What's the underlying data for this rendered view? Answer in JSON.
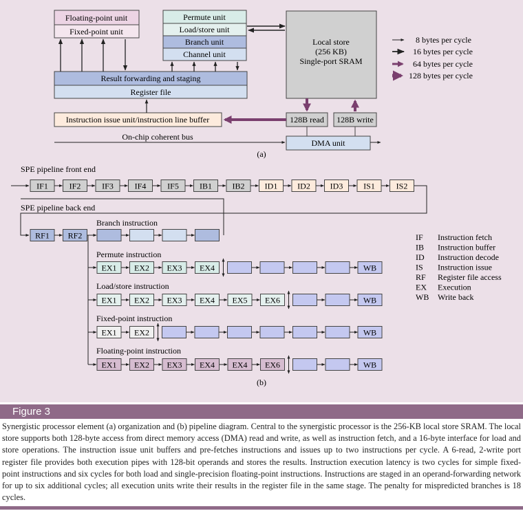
{
  "diagram_a": {
    "floating_point_unit": "Floating-point unit",
    "fixed_point_unit": "Fixed-point unit",
    "permute_unit": "Permute unit",
    "load_store_unit": "Load/store unit",
    "branch_unit": "Branch unit",
    "channel_unit": "Channel unit",
    "result_forwarding": "Result forwarding and staging",
    "register_file": "Register file",
    "local_store_line1": "Local store",
    "local_store_line2": "(256 KB)",
    "local_store_line3": "Single-port SRAM",
    "issue_unit": "Instruction issue unit/instruction line buffer",
    "read_128b": "128B read",
    "write_128b": "128B write",
    "bus": "On-chip coherent bus",
    "dma_unit": "DMA unit",
    "legend": [
      "8 bytes per cycle",
      "16 bytes per cycle",
      "64 bytes per cycle",
      "128 bytes per cycle"
    ],
    "panel_label": "(a)"
  },
  "diagram_b": {
    "front_end_title": "SPE pipeline front end",
    "back_end_title": "SPE pipeline back end",
    "front_end_stages": [
      "IF1",
      "IF2",
      "IF3",
      "IF4",
      "IF5",
      "IB1",
      "IB2",
      "ID1",
      "ID2",
      "ID3",
      "IS1",
      "IS2"
    ],
    "rf_stages": [
      "RF1",
      "RF2"
    ],
    "branch_title": "Branch instruction",
    "permute_title": "Permute instruction",
    "permute_stages": [
      "EX1",
      "EX2",
      "EX3",
      "EX4"
    ],
    "load_store_title": "Load/store instruction",
    "load_store_stages": [
      "EX1",
      "EX2",
      "EX3",
      "EX4",
      "EX5",
      "EX6"
    ],
    "fixed_point_title": "Fixed-point instruction",
    "fixed_point_stages": [
      "EX1",
      "EX2"
    ],
    "floating_point_title": "Floating-point instruction",
    "floating_point_stages": [
      "EX1",
      "EX2",
      "EX3",
      "EX4",
      "EX4",
      "EX6"
    ],
    "wb": "WB",
    "legend": [
      {
        "abbr": "IF",
        "desc": "Instruction fetch"
      },
      {
        "abbr": "IB",
        "desc": "Instruction buffer"
      },
      {
        "abbr": "ID",
        "desc": "Instruction decode"
      },
      {
        "abbr": "IS",
        "desc": "Instruction issue"
      },
      {
        "abbr": "RF",
        "desc": "Register file access"
      },
      {
        "abbr": "EX",
        "desc": "Execution"
      },
      {
        "abbr": "WB",
        "desc": "Write back"
      }
    ],
    "panel_label": "(b)"
  },
  "caption": {
    "title": "Figure 3",
    "text": "Synergistic processor element (a) organization and (b) pipeline diagram. Central to the synergistic processor is the 256-KB local store SRAM. The local store supports both 128-byte access from direct memory access (DMA) read and write, as well as instruction fetch, and a 16-byte interface for load and store operations. The instruction issue unit buffers and pre-fetches instructions and issues up to two instructions per cycle. A 6-read, 2-write port register file provides both execution pipes with 128-bit operands and stores the results. Instruction execution latency is two cycles for simple fixed-point instructions and six cycles for both load and single-precision floating-point instructions. Instructions are staged in an operand-forwarding network for up to six additional cycles; all execution units write their results in the register file in the same stage. The penalty for mispredicted branches is 18 cycles."
  },
  "colors": {
    "background": "#ece0e8",
    "purple_box": "#ecd4e4",
    "teal_box": "#d8ece8",
    "blue_box": "#aebcdf",
    "light_blue": "#d3dff0",
    "gray_box": "#d0d0d0",
    "cream_box": "#fdebdd",
    "arrow_purple": "#7a3f6e",
    "caption_bar": "#8f6a88"
  }
}
